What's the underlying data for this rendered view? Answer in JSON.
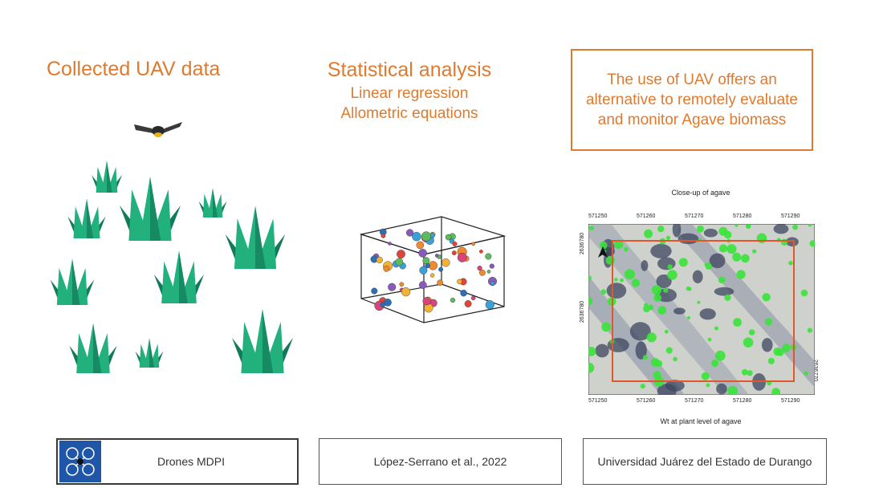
{
  "columns": {
    "uav": {
      "title": "Collected UAV data"
    },
    "stats": {
      "title": "Statistical analysis",
      "lines": [
        "Linear regression",
        "Allometric equations"
      ]
    },
    "conclusion": {
      "text": "The use of UAV offers an alternative to remotely evaluate and monitor Agave biomass"
    }
  },
  "map": {
    "title": "Close-up of agave",
    "caption": "Wt at plant level of agave",
    "x_ticks": [
      "571250",
      "571260",
      "571270",
      "571280",
      "571290"
    ],
    "y_ticks": [
      "2636780",
      "2636780",
      "2636770"
    ]
  },
  "credits": {
    "left": "Drones MDPI",
    "center": "López-Serrano et al., 2022",
    "right": "Universidad Juárez del Estado de Durango"
  },
  "colors": {
    "accent": "#e07a2e",
    "agave_light": "#22b07d",
    "agave_dark": "#127a5a",
    "logo_blue": "#1f56a8",
    "vegetation_green": "#39e33a"
  }
}
